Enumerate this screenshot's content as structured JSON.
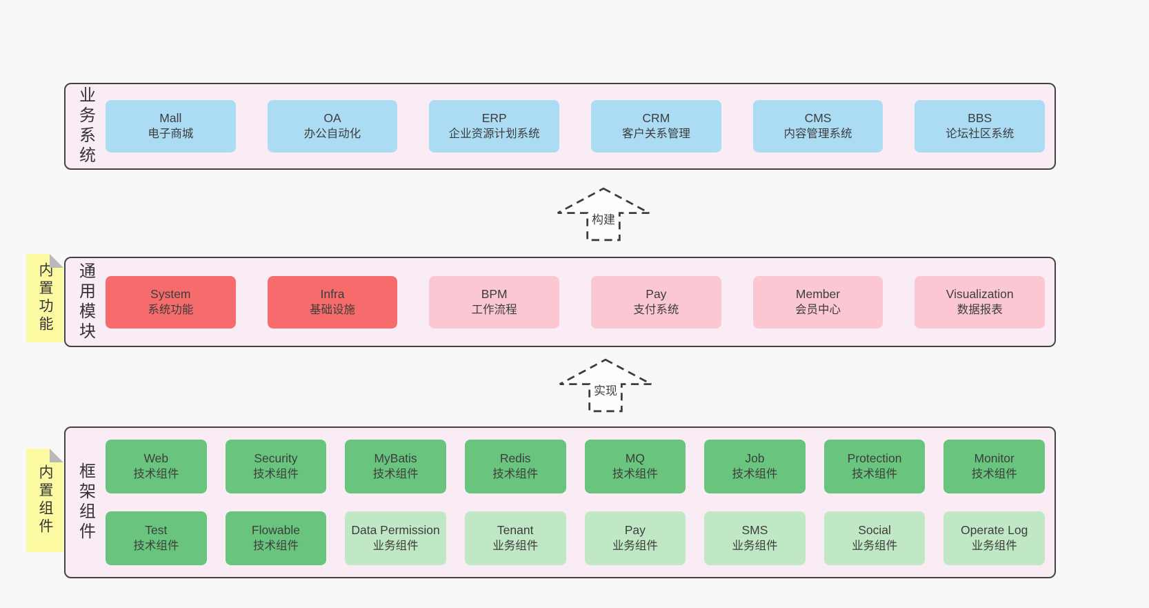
{
  "colors": {
    "background": "#f8f8f8",
    "panel_fill": "#f9ecf4",
    "panel_border": "#424242",
    "blue_box": "#abdcf4",
    "red_box": "#f66c6c",
    "pink_box": "#fbc7d2",
    "green_box": "#69c57d",
    "light_green_box": "#c0e8c5",
    "note_yellow": "#fbf9a2",
    "note_fold_gray": "#b9b9b9",
    "text": "#3d3d3d"
  },
  "business_layer": {
    "label": "业务系统",
    "boxes": [
      {
        "name": "Mall",
        "desc": "电子商城"
      },
      {
        "name": "OA",
        "desc": "办公自动化"
      },
      {
        "name": "ERP",
        "desc": "企业资源计划系统"
      },
      {
        "name": "CRM",
        "desc": "客户关系管理"
      },
      {
        "name": "CMS",
        "desc": "内容管理系统"
      },
      {
        "name": "BBS",
        "desc": "论坛社区系统"
      }
    ]
  },
  "arrow_build": {
    "label": "构建"
  },
  "module_layer": {
    "label": "通用模块",
    "note": "内置功能",
    "boxes": [
      {
        "name": "System",
        "desc": "系统功能",
        "variant": "red"
      },
      {
        "name": "Infra",
        "desc": "基础设施",
        "variant": "red"
      },
      {
        "name": "BPM",
        "desc": "工作流程",
        "variant": "pink"
      },
      {
        "name": "Pay",
        "desc": "支付系统",
        "variant": "pink"
      },
      {
        "name": "Member",
        "desc": "会员中心",
        "variant": "pink"
      },
      {
        "name": "Visualization",
        "desc": "数据报表",
        "variant": "pink"
      }
    ]
  },
  "arrow_implement": {
    "label": "实现"
  },
  "component_layer": {
    "label": "框架组件",
    "note": "内置组件",
    "row1": [
      {
        "name": "Web",
        "desc": "技术组件",
        "variant": "green"
      },
      {
        "name": "Security",
        "desc": "技术组件",
        "variant": "green"
      },
      {
        "name": "MyBatis",
        "desc": "技术组件",
        "variant": "green"
      },
      {
        "name": "Redis",
        "desc": "技术组件",
        "variant": "green"
      },
      {
        "name": "MQ",
        "desc": "技术组件",
        "variant": "green"
      },
      {
        "name": "Job",
        "desc": "技术组件",
        "variant": "green"
      },
      {
        "name": "Protection",
        "desc": "技术组件",
        "variant": "green"
      },
      {
        "name": "Monitor",
        "desc": "技术组件",
        "variant": "green"
      }
    ],
    "row2": [
      {
        "name": "Test",
        "desc": "技术组件",
        "variant": "green"
      },
      {
        "name": "Flowable",
        "desc": "技术组件",
        "variant": "green"
      },
      {
        "name": "Data Permission",
        "desc": "业务组件",
        "variant": "light-green"
      },
      {
        "name": "Tenant",
        "desc": "业务组件",
        "variant": "light-green"
      },
      {
        "name": "Pay",
        "desc": "业务组件",
        "variant": "light-green"
      },
      {
        "name": "SMS",
        "desc": "业务组件",
        "variant": "light-green"
      },
      {
        "name": "Social",
        "desc": "业务组件",
        "variant": "light-green"
      },
      {
        "name": "Operate Log",
        "desc": "业务组件",
        "variant": "light-green"
      }
    ]
  }
}
